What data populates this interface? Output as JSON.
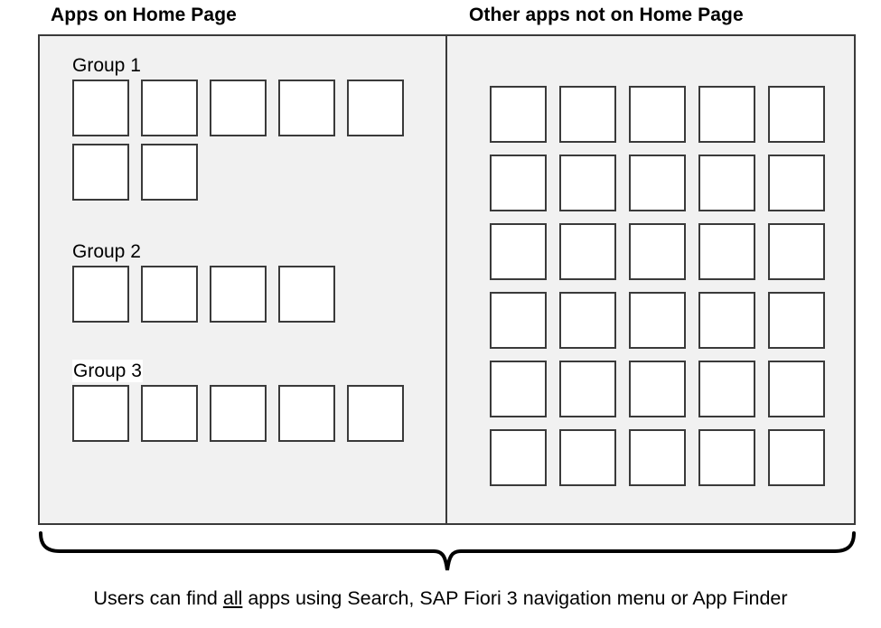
{
  "headings": {
    "left": "Apps on Home Page",
    "right": "Other apps not on Home Page"
  },
  "home_panel": {
    "groups": [
      {
        "label": "Group 1",
        "highlighted": false,
        "rows": [
          5,
          2
        ]
      },
      {
        "label": "Group 2",
        "highlighted": false,
        "rows": [
          4
        ]
      },
      {
        "label": "Group 3",
        "highlighted": true,
        "rows": [
          5
        ]
      }
    ]
  },
  "other_panel": {
    "columns": 5,
    "rows": 6,
    "tile_count": 30
  },
  "brace": {
    "name": "curly-brace-pointing-down"
  },
  "caption": {
    "before": "Users can find ",
    "emphasis": "all",
    "after": " apps using Search, SAP Fiori 3 navigation menu or App Finder",
    "full_text": "Users can find all apps using Search, SAP Fiori 3 navigation menu or App Finder"
  },
  "colors": {
    "panel_background": "#f1f1f1",
    "tile_background": "#ffffff",
    "border": "#3a3a3a",
    "page_background": "#ffffff",
    "text": "#000000"
  }
}
